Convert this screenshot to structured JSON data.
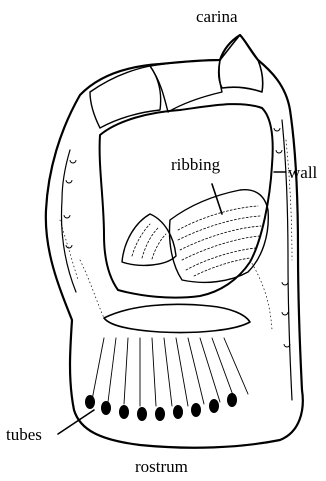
{
  "diagram": {
    "labels": {
      "carina": "carina",
      "ribbing": "ribbing",
      "wall": "wall",
      "tubes": "tubes",
      "rostrum": "rostrum"
    },
    "stroke_color": "#000000",
    "fill_color": "#ffffff"
  }
}
